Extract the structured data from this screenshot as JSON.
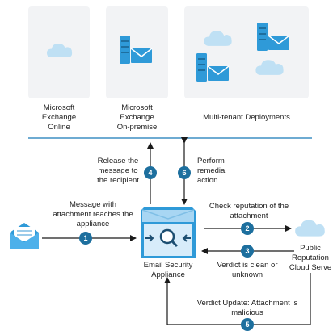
{
  "panels": {
    "exchange_online": "Microsoft\nExchange\nOnline",
    "exchange_onpremise": "Microsoft\nExchange\nOn-premise",
    "multitenant": "Multi-tenant Deployments"
  },
  "steps": [
    {
      "num": "1",
      "text": "Message with\nattachment reaches the\nappliance"
    },
    {
      "num": "2",
      "text": "Check reputation of the\nattachment"
    },
    {
      "num": "3",
      "text": "Verdict is clean or\nunknown"
    },
    {
      "num": "4",
      "text": "Release the\nmessage to\nthe recipient"
    },
    {
      "num": "5",
      "text": "Verdict Update: Attachment is\nmalicious"
    },
    {
      "num": "6",
      "text": "Perform\nremedial\naction"
    }
  ],
  "nodes": {
    "appliance": "Email Security\nAppliance",
    "cloud_service": "Public\nReputation\nCloud Serve"
  },
  "colors": {
    "accent": "#1d6f9e",
    "line": "#1a1a1a",
    "separator": "#3f8fc4",
    "panel_bg": "#f2f3f5",
    "cloud": "#bfe0f4",
    "server": "#2f9ad8"
  }
}
